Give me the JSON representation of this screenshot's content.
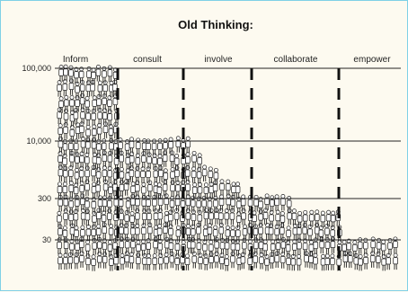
{
  "diagram": {
    "title": "Old Thinking:",
    "stages": [
      "Inform",
      "consult",
      "involve",
      "collaborate",
      "empower"
    ],
    "levels": [
      "100,000",
      "10,000",
      "300",
      "30"
    ]
  }
}
